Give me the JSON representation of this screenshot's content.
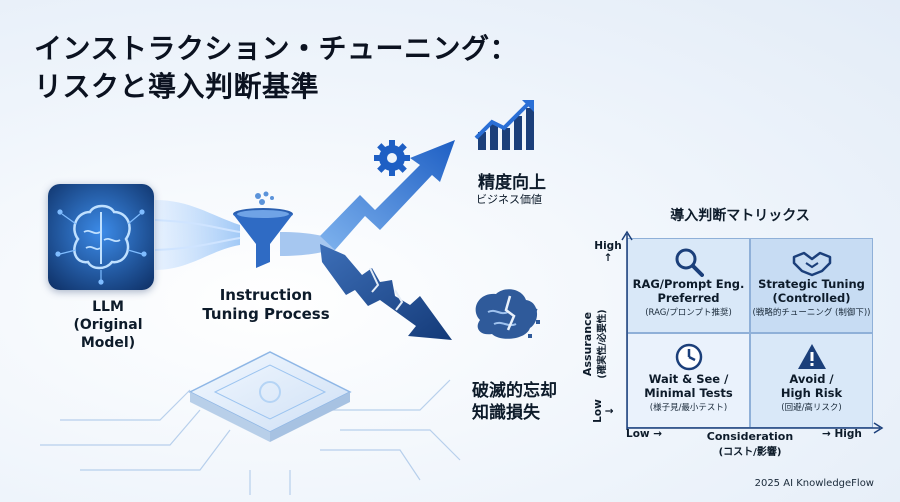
{
  "title": {
    "line1": "インストラクション・チューニング：",
    "line2": "リスクと導入判断基準"
  },
  "llm": {
    "line1": "LLM",
    "line2": "(Original Model)"
  },
  "process": {
    "line1": "Instruction",
    "line2": "Tuning Process"
  },
  "gain": {
    "title": "精度向上",
    "subtitle": "ビジネス価値"
  },
  "loss": {
    "line1": "破滅的忘却",
    "line2": "知識損失"
  },
  "matrix": {
    "title": "導入判断マトリックス",
    "y_high": "High ↑",
    "y_low": "Low ↓",
    "y_axis_main": "Assurance",
    "y_axis_sub": "(確実性/必要性)",
    "x_low": "Low →",
    "x_high": "→ High",
    "x_axis_main": "Consideration",
    "x_axis_sub": "(コスト/影響)",
    "quadrants": {
      "top_left": {
        "main1": "RAG/Prompt Eng.",
        "main2": "Preferred",
        "sub": "(RAG/プロンプト推奨)",
        "icon": "magnifier-icon"
      },
      "top_right": {
        "main1": "Strategic Tuning",
        "main2": "(Controlled)",
        "sub": "(戦略的チューニング (制御下))",
        "icon": "handshake-icon"
      },
      "bottom_left": {
        "main1": "Wait & See /",
        "main2": "Minimal Tests",
        "sub": "(様子見/最小テスト)",
        "icon": "clock-icon"
      },
      "bottom_right": {
        "main1": "Avoid /",
        "main2": "High Risk",
        "sub": "(回避/高リスク)",
        "icon": "warning-icon"
      }
    }
  },
  "footer": "2025 AI KnowledgeFlow",
  "colors": {
    "accent": "#2a6fd6",
    "dark_blue": "#1b3f7a",
    "quad_light": "#e9f2fc",
    "quad_mid": "#d6e6f7"
  }
}
